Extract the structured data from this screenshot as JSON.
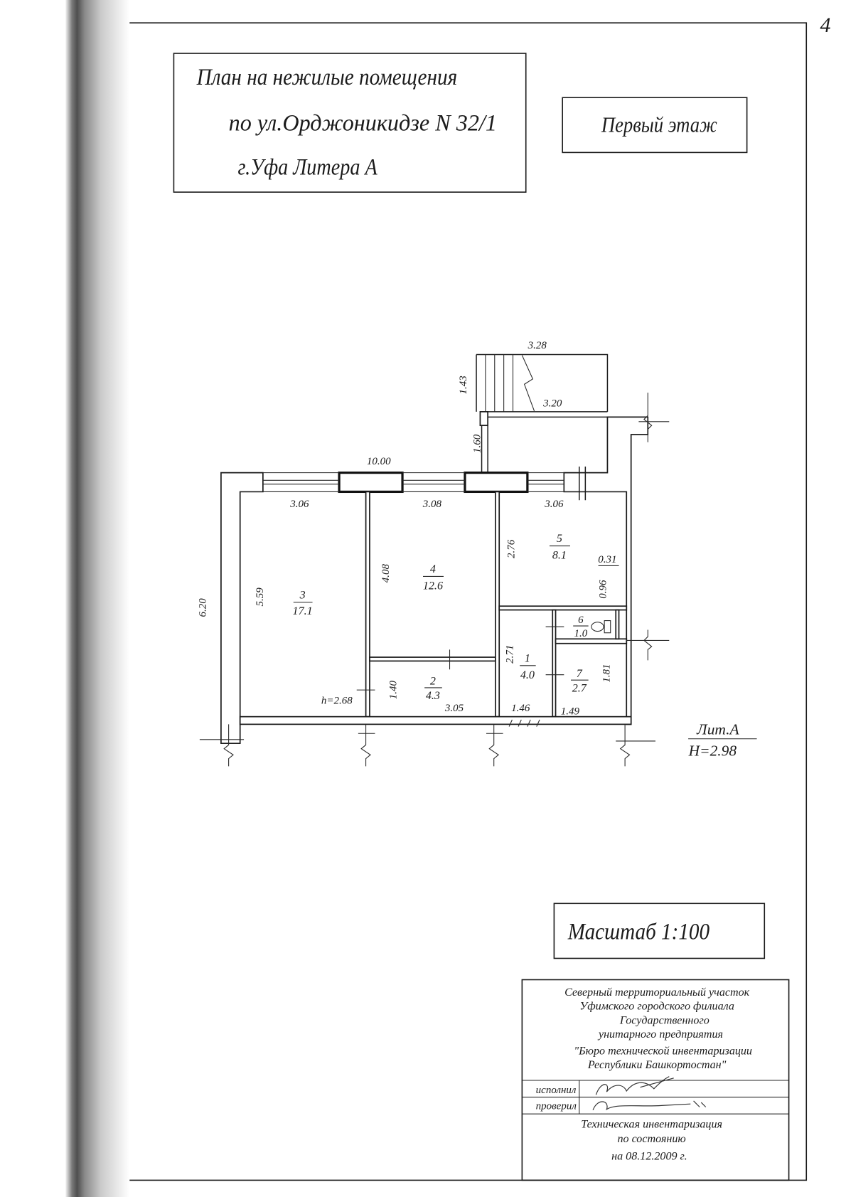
{
  "page_number": "4",
  "title_box": {
    "line1": "План на нежилые помещения",
    "line2": "по ул.Орджоникидзе N 32/1",
    "line3": "г.Уфа Литера А"
  },
  "floor_label": "Первый этаж",
  "plan": {
    "dimension_labels": {
      "facade": "10.00",
      "side": "6.20",
      "stair_top": "3.28",
      "stair_side": "1.43",
      "porch_top": "3.20",
      "porch_side": "1.60"
    },
    "rooms": [
      {
        "number": "1",
        "area": "4.0",
        "dimensions": [
          "1.46",
          "2.71"
        ]
      },
      {
        "number": "2",
        "area": "4.3",
        "dimensions": [
          "3.05",
          "1.40"
        ]
      },
      {
        "number": "3",
        "area": "17.1",
        "dimensions": [
          "3.06",
          "5.59"
        ]
      },
      {
        "number": "4",
        "area": "12.6",
        "dimensions": [
          "3.08",
          "4.08"
        ]
      },
      {
        "number": "5",
        "area": "8.1",
        "dimensions": [
          "3.06",
          "2.76",
          "0.31",
          "0.96"
        ]
      },
      {
        "number": "6",
        "area": "1.0"
      },
      {
        "number": "7",
        "area": "2.7",
        "dimensions": [
          "1.49",
          "1.81"
        ]
      }
    ],
    "ceiling_note": "h=2.68",
    "litera": "Лит.А",
    "building_note": "H=2.98"
  },
  "scale_label": "Масштаб 1:100",
  "stamp": {
    "org_lines": [
      "Северный территориальный участок",
      "Уфимского городского филиала",
      "Государственного",
      "унитарного предприятия",
      "\"Бюро технической инвентаризации",
      "Республики Башкортостан\""
    ],
    "performed_by_label": "исполнил",
    "checked_by_label": "проверил",
    "footer_lines": [
      "Техническая инвентаризация",
      "по состоянию",
      "на 08.12.2009 г."
    ]
  }
}
